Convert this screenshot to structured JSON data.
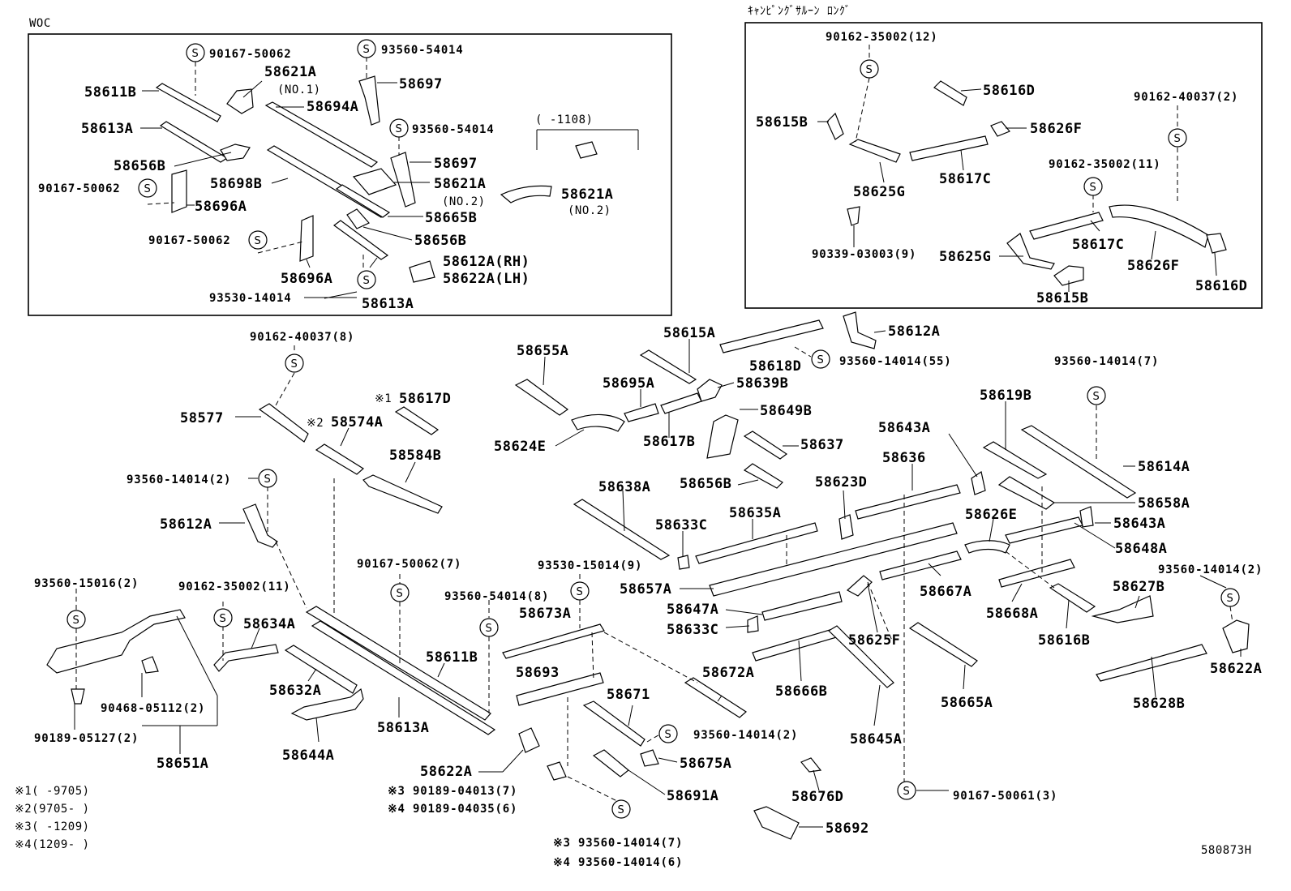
{
  "boxes": {
    "woc": "WOC",
    "camping": "ｷｬﾝﾋﾟﾝｸﾞｻﾙｰﾝ ﾛﾝｸﾞ"
  },
  "s_symbol": "S",
  "woc_labels": {
    "a": "90167-50062",
    "b": "58621A",
    "c": "(NO.1)",
    "d": "58611B",
    "e": "93560-54014",
    "f": "58697",
    "g": "58694A",
    "h": "58613A",
    "i": "93560-54014",
    "j": "(     -1108)",
    "k": "58656B",
    "l": "58697",
    "m": "58698B",
    "n": "58621A",
    "o": "90167-50062",
    "p": "(NO.2)",
    "q": "58621A",
    "r": "58696A",
    "s": "(NO.2)",
    "t": "58665B",
    "u": "90167-50062",
    "v": "58656B",
    "w": "58612A(RH)",
    "x": "58622A(LH)",
    "y": "58696A",
    "z": "93530-14014",
    "aa": "58613A"
  },
  "camp_labels": {
    "a": "90162-35002(12)",
    "b": "58616D",
    "c": "90162-40037(2)",
    "d": "58615B",
    "e": "58626F",
    "f": "58625G",
    "g": "58617C",
    "h": "90162-35002(11)",
    "i": "90339-03003(9)",
    "j": "58617C",
    "k": "58625G",
    "l": "58626F",
    "m": "58616D",
    "n": "58615B"
  },
  "main_labels": {
    "p1": "90162-40037(8)",
    "p2": "58615A",
    "p3": "58612A",
    "p4": "58655A",
    "p5": "58618D",
    "p6": "93560-14014(55)",
    "p7": "93560-14014(7)",
    "p8": "58695A",
    "p9": "58639B",
    "p10": "※1",
    "p11": "58617D",
    "p12": "58619B",
    "p13": "58577",
    "p14": "※2",
    "p15": "58574A",
    "p16": "58649B",
    "p17": "58624E",
    "p18": "58617B",
    "p19": "58643A",
    "p20": "58637",
    "p21": "58614A",
    "p22": "58584B",
    "p23": "58636",
    "p24": "93560-14014(2)",
    "p25": "58656B",
    "p26": "58623D",
    "p27": "58658A",
    "p28": "58638A",
    "p29": "58612A",
    "p30": "58635A",
    "p31": "58626E",
    "p32": "58643A",
    "p33": "58633C",
    "p34": "58648A",
    "p35": "90167-50062(7)",
    "p36": "93530-15014(9)",
    "p37": "93560-14014(2)",
    "p38": "93560-15016(2)",
    "p39": "90162-35002(11)",
    "p40": "58657A",
    "p41": "58667A",
    "p42": "58627B",
    "p43": "93560-54014(8)",
    "p44": "58673A",
    "p45": "58647A",
    "p46": "58668A",
    "p47": "58634A",
    "p48": "58633C",
    "p49": "58625F",
    "p50": "58616B",
    "p51": "58611B",
    "p52": "58622A",
    "p53": "58632A",
    "p54": "58693",
    "p55": "58672A",
    "p56": "58666B",
    "p57": "58671",
    "p58": "58628B",
    "p59": "90468-05112(2)",
    "p60": "58665A",
    "p61": "58613A",
    "p62": "93560-14014(2)",
    "p63": "58645A",
    "p64": "90189-05127(2)",
    "p65": "58644A",
    "p66": "58675A",
    "p67": "58651A",
    "p68": "58622A",
    "p69": "※3 90189-04013(7)",
    "p70": "※4 90189-04035(6)",
    "p71": "58691A",
    "p72": "58676D",
    "p73": "90167-50061(3)",
    "p74": "58692",
    "p75": "※3 93560-14014(7)",
    "p76": "※4 93560-14014(6)"
  },
  "notes": {
    "n1": "※1(     -9705)",
    "n2": "※2(9705-     )",
    "n3": "※3(     -1209)",
    "n4": "※4(1209-     )"
  },
  "diagram_id": "580873H"
}
